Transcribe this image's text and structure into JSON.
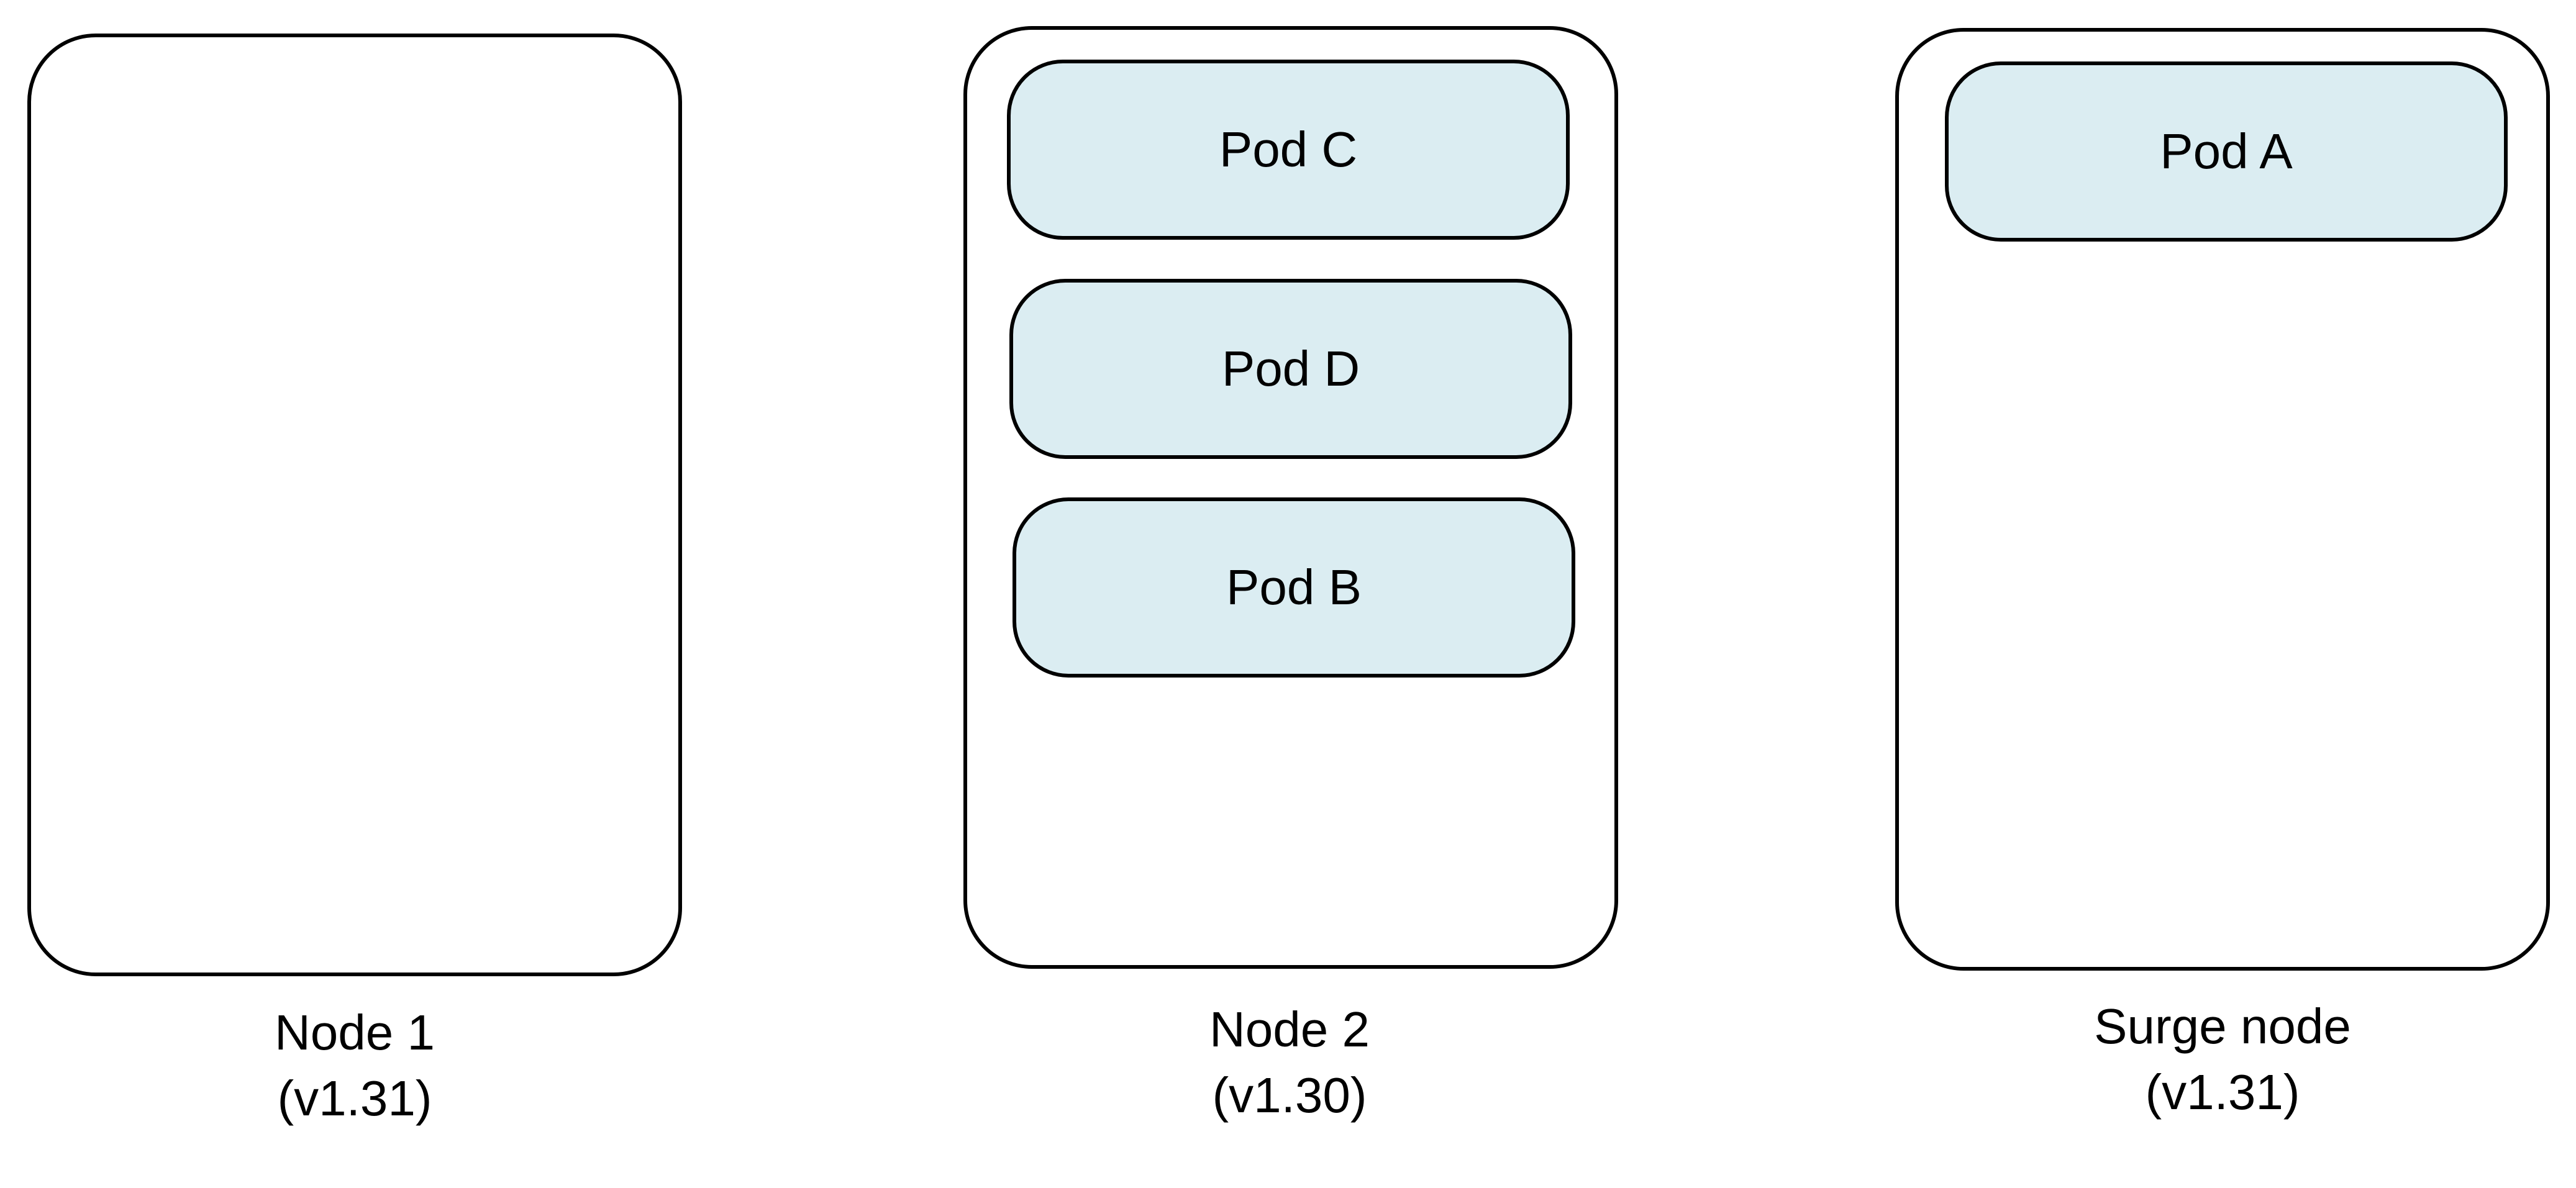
{
  "colors": {
    "pod_fill": "#dbedf2",
    "node_border": "#000000",
    "background": "#ffffff"
  },
  "nodes": [
    {
      "name": "Node 1",
      "version": "(v1.31)",
      "pods": []
    },
    {
      "name": "Node 2",
      "version": "(v1.30)",
      "pods": [
        "Pod C",
        "Pod D",
        "Pod B"
      ]
    },
    {
      "name": "Surge node",
      "version": "(v1.31)",
      "pods": [
        "Pod A"
      ]
    }
  ]
}
